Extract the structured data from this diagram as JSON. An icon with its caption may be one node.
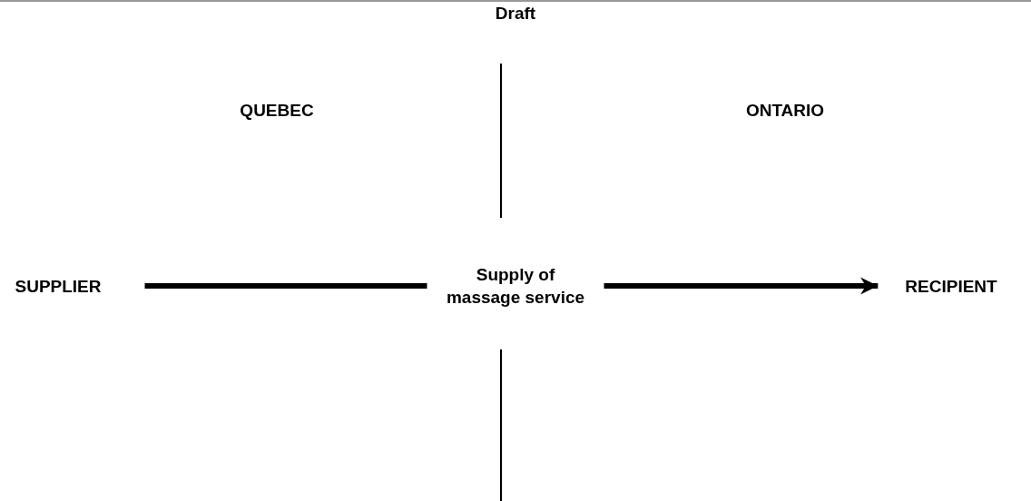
{
  "diagram": {
    "title": "Draft",
    "nodes": [
      {
        "text": [
          "SUPPLIER"
        ]
      },
      {
        "text": [
          "Supply of massage service"
        ]
      },
      {
        "text": [
          "RECIPIENT"
        ]
      }
    ],
    "edges": [
      {
        "from": 0,
        "to": 1,
        "arrow": "none"
      },
      {
        "from": 1,
        "to": 2,
        "arrow": "to"
      }
    ],
    "labels": [
      "QUEBEC",
      "ONTARIO"
    ]
  }
}
